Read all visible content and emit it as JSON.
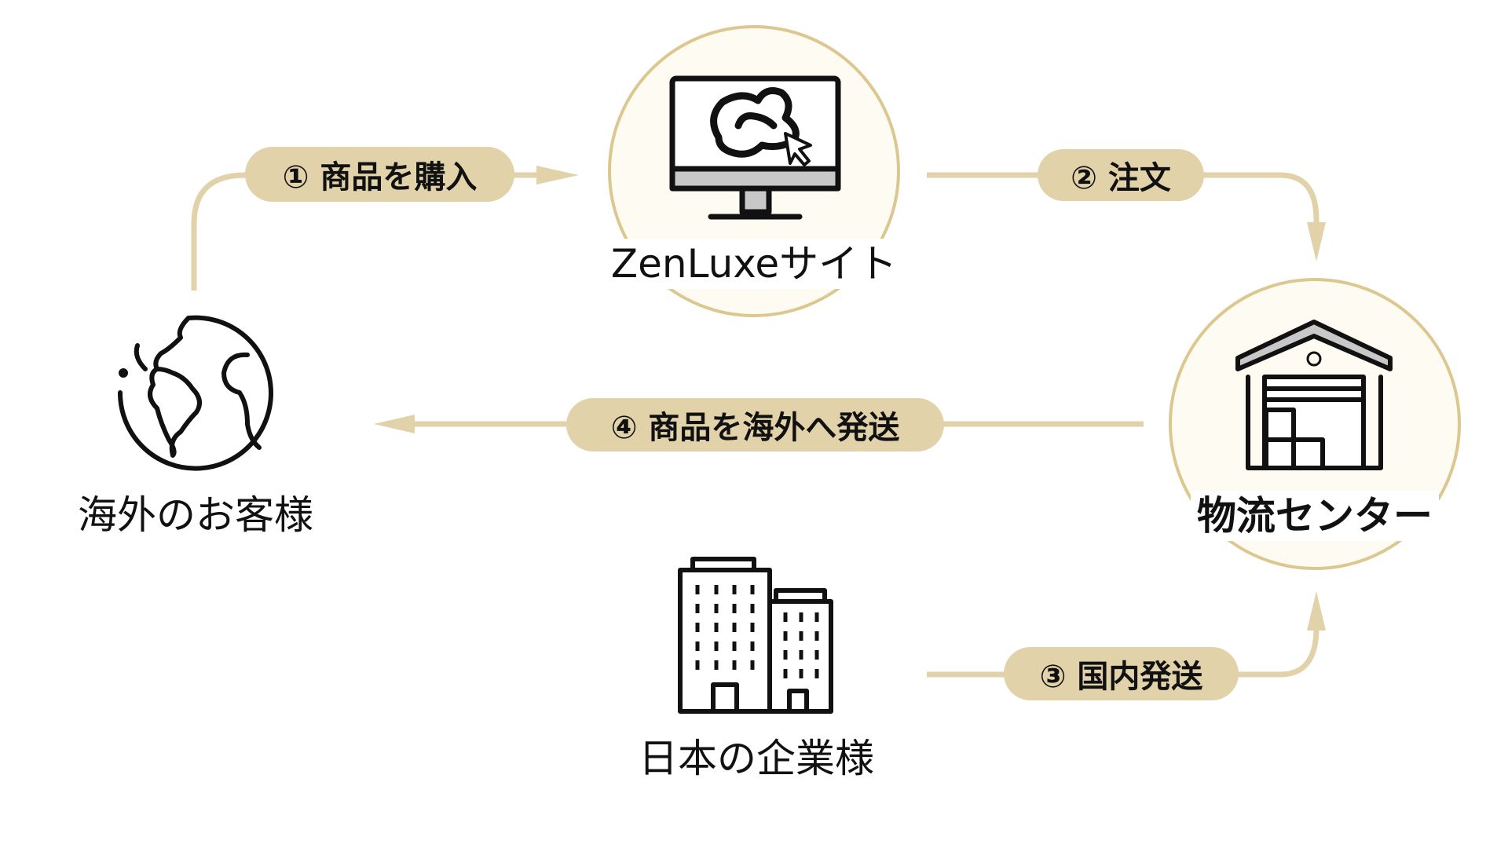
{
  "colors": {
    "flow_line": "#e1d2a9",
    "pill": "#e1d2a9",
    "circle_fill": "#fefbf3",
    "circle_stroke": "#dcc78f",
    "icon": "#111111",
    "icon_fill_gray": "#c8c8c8"
  },
  "nodes": {
    "site": {
      "label": "ZenLuxeサイト",
      "icon": "monitor-icon"
    },
    "warehouse": {
      "label": "物流センター",
      "icon": "warehouse-icon"
    },
    "overseas_customer": {
      "label": "海外のお客様",
      "icon": "globe-icon"
    },
    "japanese_company": {
      "label": "日本の企業様",
      "icon": "buildings-icon"
    }
  },
  "steps": [
    {
      "label": "① 商品を購入"
    },
    {
      "label": "② 注文"
    },
    {
      "label": "③ 国内発送"
    },
    {
      "label": "④ 商品を海外へ発送"
    }
  ]
}
